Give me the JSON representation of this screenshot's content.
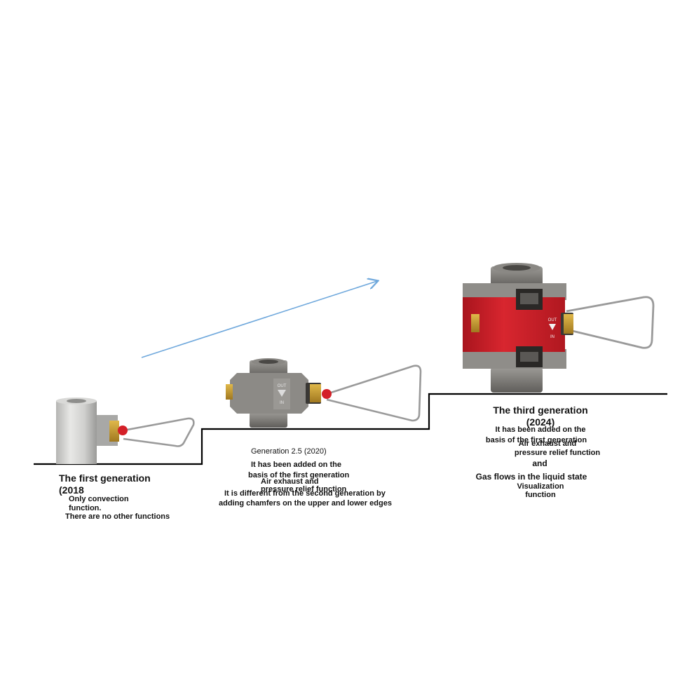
{
  "gen1": {
    "title": "The first generation",
    "year": "(2018",
    "desc_line1": "Only convection",
    "desc_line2": "function.",
    "desc_line3": "There are no other functions"
  },
  "gen25": {
    "title": "Generation 2.5 (2020)",
    "line1": "It has been added on the",
    "line2": "basis of the first generation",
    "line3": "Air exhaust and",
    "line4": "pressure relief function",
    "line5": "It is different from the second generation by",
    "line6": "adding chamfers on the upper and lower edges"
  },
  "gen3": {
    "title": "The third generation",
    "year": "(2024)",
    "line1": "It has been added on the",
    "line2": "basis of the first generation",
    "line3": "Air exhaust and",
    "line4": "pressure relief function",
    "line5": "and",
    "line6": "Gas flows in the liquid state",
    "line7": "Visualization",
    "line8": "function"
  },
  "device_markings": {
    "out": "OUT",
    "in": "IN"
  },
  "colors": {
    "arrow": "#6fa8dc",
    "steps_line": "#000000",
    "red_body": "#c8202a",
    "metal": "#8a8a88",
    "brass": "#c99a2e"
  }
}
